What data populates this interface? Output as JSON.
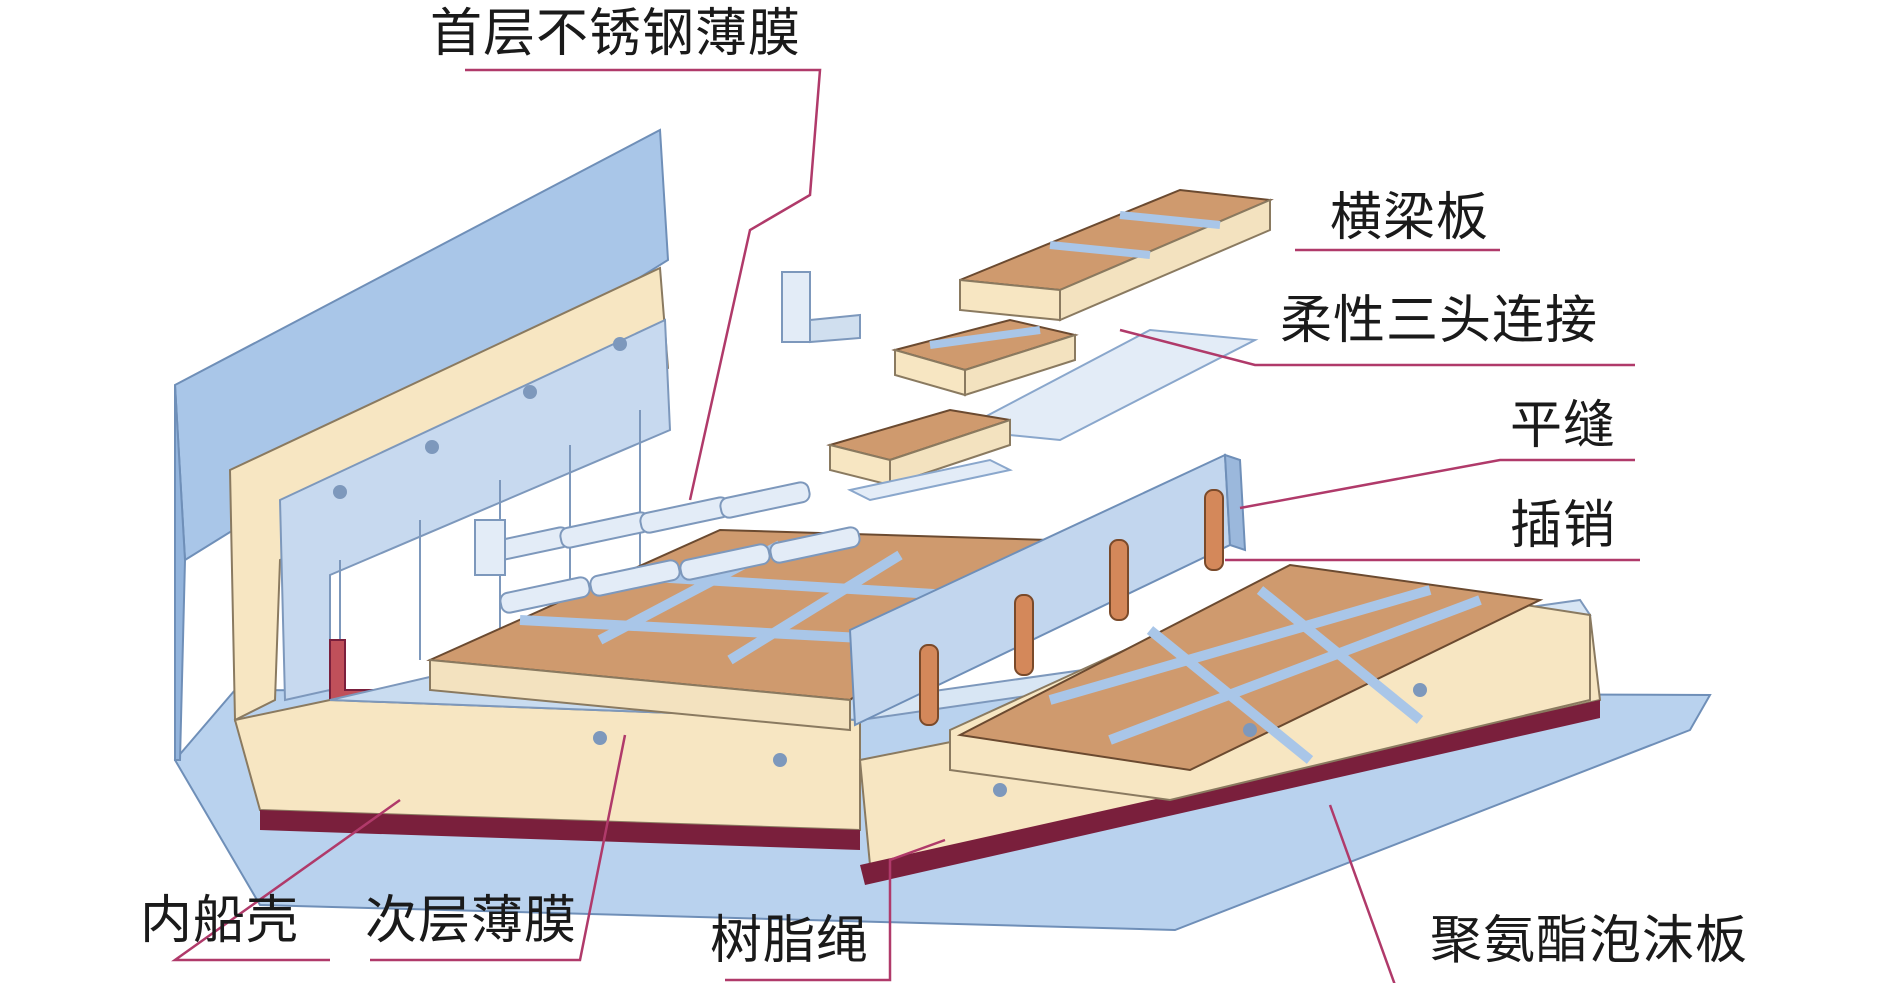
{
  "diagram": {
    "labels": {
      "primary_membrane": "首层不锈钢薄膜",
      "cross_beam_board": "横梁板",
      "flexible_triple_joint": "柔性三头连接",
      "flat_seam": "平缝",
      "pin": "插销",
      "inner_hull": "内船壳",
      "secondary_membrane": "次层薄膜",
      "resin_rope": "树脂绳",
      "pu_foam_board": "聚氨酯泡沫板"
    },
    "colors": {
      "hull": "#a9c6e8",
      "foam": "#f7e6c2",
      "plywood": "#cf9a6e",
      "membrane": "#c9dcf0",
      "leader": "#b03a6a",
      "resin": "#7a1f3c"
    }
  }
}
